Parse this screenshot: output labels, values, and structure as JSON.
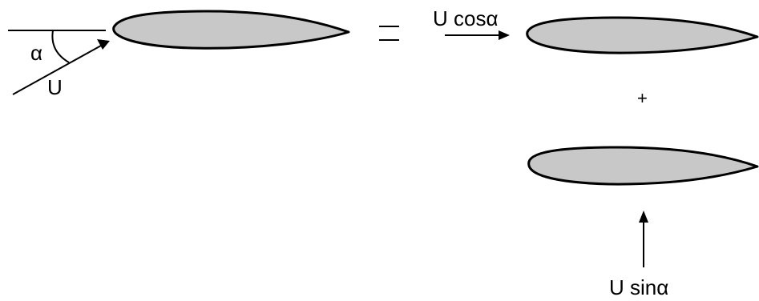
{
  "labels": {
    "alpha": "α",
    "u": "U",
    "equals": "=",
    "plus": "+",
    "u_cos": "U cosα",
    "u_sin": "U sinα"
  },
  "colors": {
    "airfoil_fill": "#c8c8c8",
    "stroke": "#000000",
    "background": "#ffffff"
  }
}
